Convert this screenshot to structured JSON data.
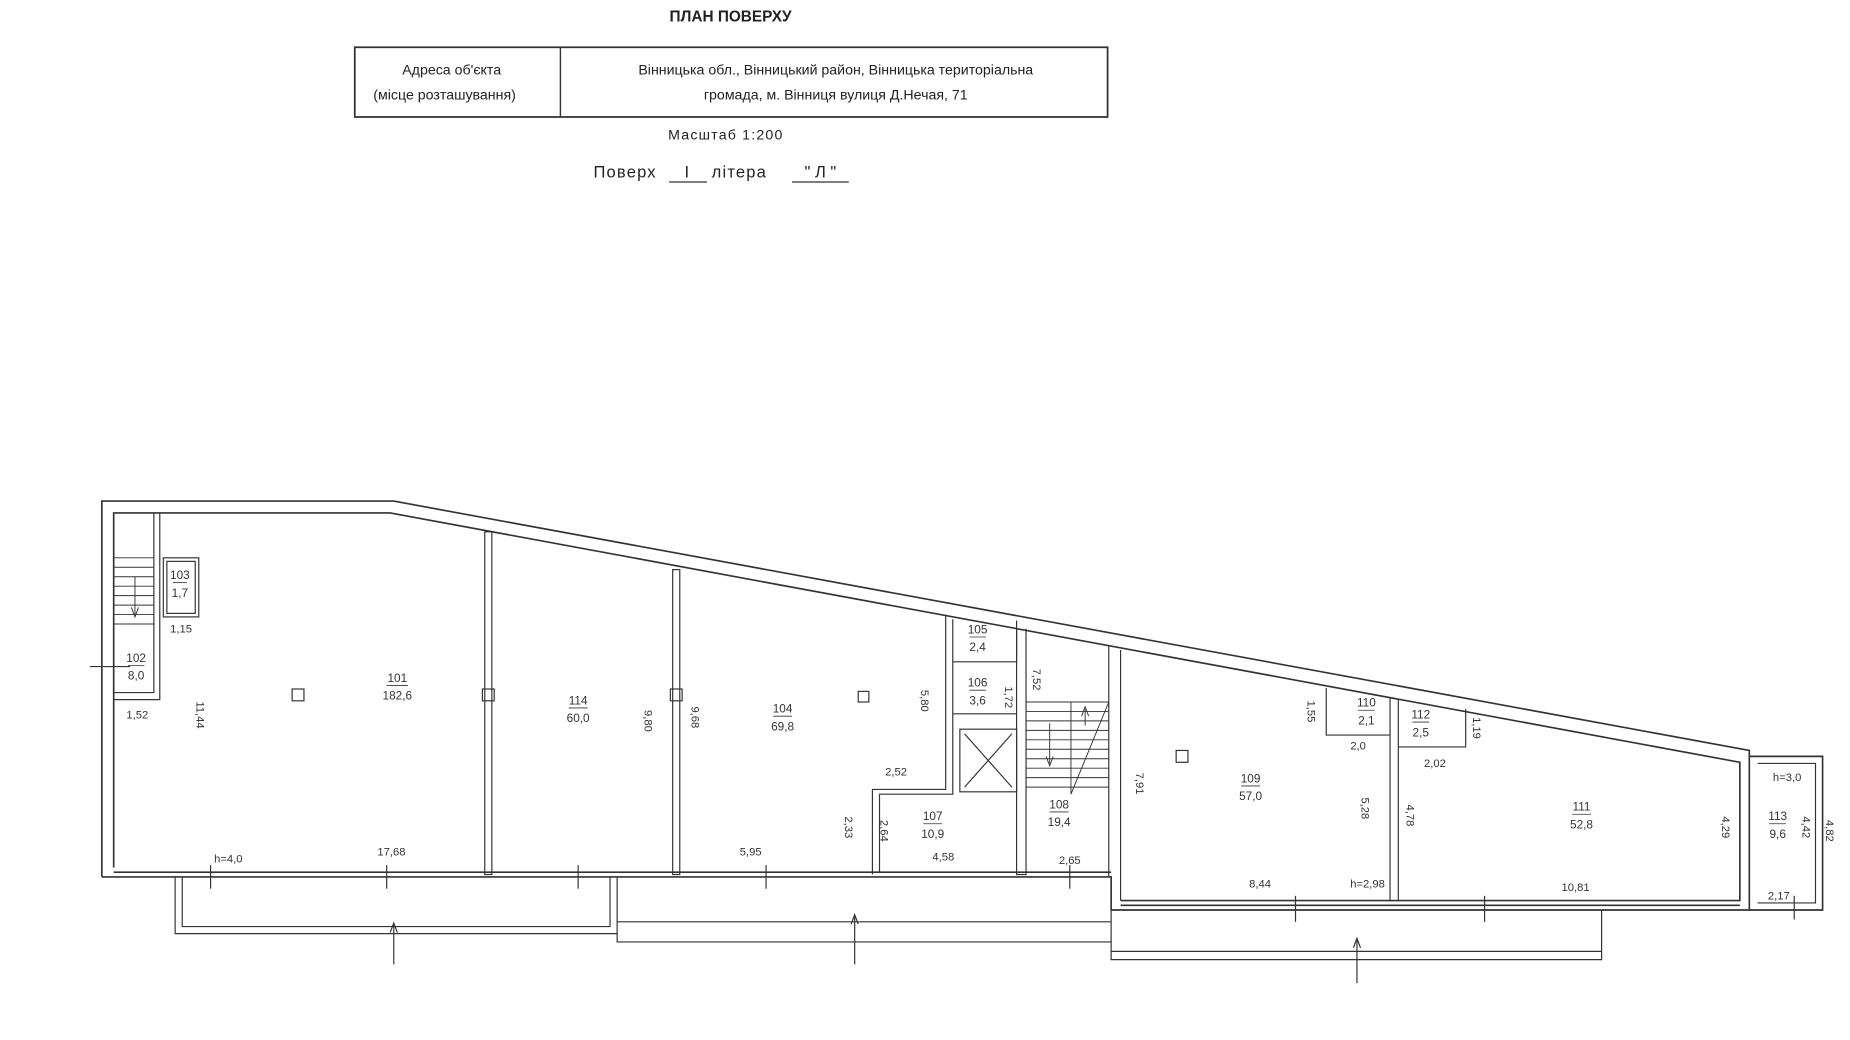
{
  "header": {
    "title": "ПЛАН ПОВЕРХУ",
    "address_label_line1": "Адреса об'єкта",
    "address_label_line2": "(місце розташування)",
    "address_value_line1": "Вінницька обл., Вінницький район, Вінницька територіальна",
    "address_value_line2": "громада, м. Вінниця вулиця Д.Нечая, 71",
    "scale": "Масштаб 1:200",
    "floor_label": "Поверх",
    "floor_value": "I",
    "letter_label": "літера",
    "letter_value": "\" Л \""
  },
  "rooms": [
    {
      "number": "101",
      "area": "182,6"
    },
    {
      "number": "102",
      "area": "8,0"
    },
    {
      "number": "103",
      "area": "1,7"
    },
    {
      "number": "104",
      "area": "69,8"
    },
    {
      "number": "105",
      "area": "2,4"
    },
    {
      "number": "106",
      "area": "3,6"
    },
    {
      "number": "107",
      "area": "10,9"
    },
    {
      "number": "108",
      "area": "19,4"
    },
    {
      "number": "109",
      "area": "57,0"
    },
    {
      "number": "110",
      "area": "2,1"
    },
    {
      "number": "111",
      "area": "52,8"
    },
    {
      "number": "112",
      "area": "2,5"
    },
    {
      "number": "113",
      "area": "9,6"
    },
    {
      "number": "114",
      "area": "60,0"
    }
  ],
  "dimensions": {
    "horizontal": [
      "1,15",
      "1,52",
      "h=4,0",
      "17,68",
      "5,95",
      "2,52",
      "4,58",
      "2,65",
      "2,0",
      "2,02",
      "8,44",
      "h=2,98",
      "10,81",
      "h=3,0",
      "2,17"
    ],
    "vertical": [
      "11,44",
      "9,80",
      "9,68",
      "5,80",
      "1,72",
      "7,52",
      "7,91",
      "1,55",
      "5,28",
      "4,78",
      "1,19",
      "4,29",
      "4,42",
      "4,82",
      "2,33",
      "2,64"
    ]
  }
}
